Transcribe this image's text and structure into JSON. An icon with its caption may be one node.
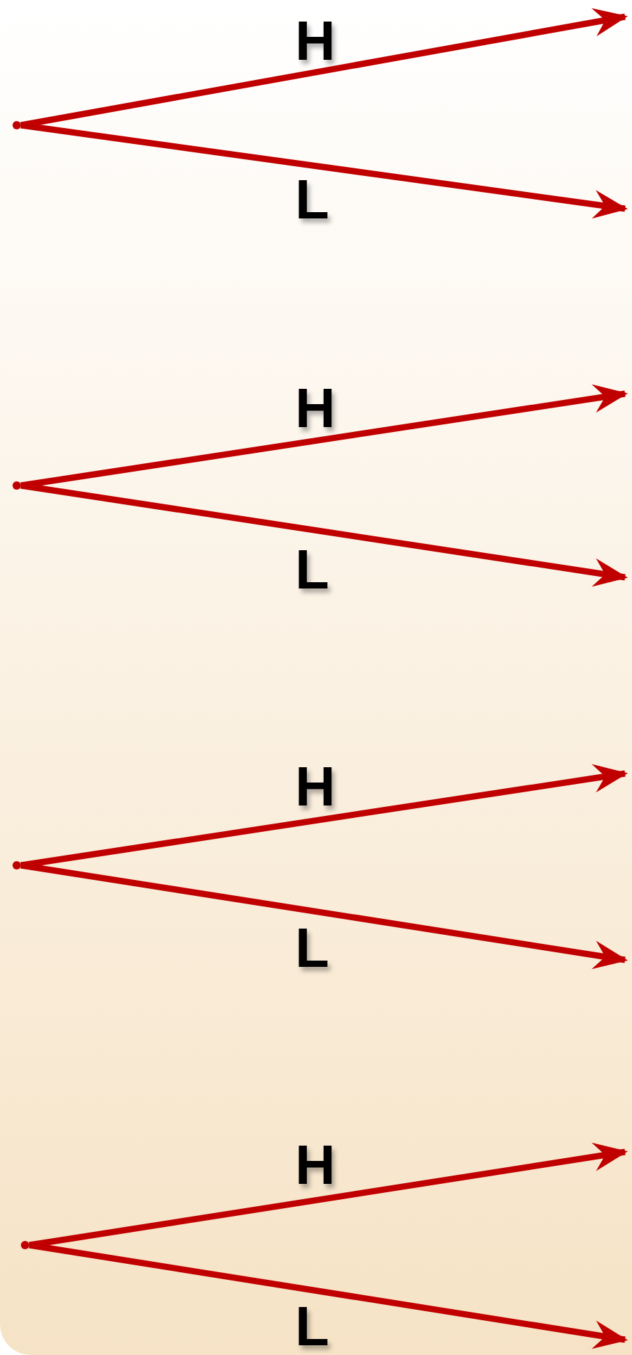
{
  "diagram": {
    "nodes": [
      {
        "text": [],
        "shape": "point"
      },
      {
        "text": [],
        "shape": "point"
      },
      {
        "text": [],
        "shape": "point"
      },
      {
        "text": [],
        "shape": "point"
      }
    ],
    "edges": [
      {
        "from": 0,
        "to": null,
        "arrow": "to",
        "label": "H"
      },
      {
        "from": 0,
        "to": null,
        "arrow": "to",
        "label": "L"
      },
      {
        "from": 1,
        "to": null,
        "arrow": "to",
        "label": "H"
      },
      {
        "from": 1,
        "to": null,
        "arrow": "to",
        "label": "L"
      },
      {
        "from": 2,
        "to": null,
        "arrow": "to",
        "label": "H"
      },
      {
        "from": 2,
        "to": null,
        "arrow": "to",
        "label": "L"
      },
      {
        "from": 3,
        "to": null,
        "arrow": "to",
        "label": "H"
      },
      {
        "from": 3,
        "to": null,
        "arrow": "to",
        "label": "L"
      }
    ]
  }
}
